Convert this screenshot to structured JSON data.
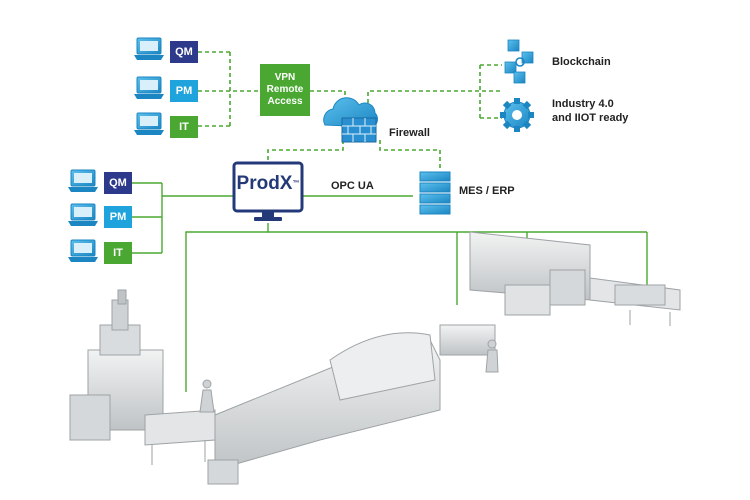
{
  "remote_group": {
    "qm_label": "QM",
    "pm_label": "PM",
    "it_label": "IT"
  },
  "local_group": {
    "qm_label": "QM",
    "pm_label": "PM",
    "it_label": "IT"
  },
  "vpn": {
    "line1": "VPN",
    "line2": "Remote",
    "line3": "Access"
  },
  "firewall_label": "Firewall",
  "prodx_label": "ProdX",
  "prodx_tm": "™",
  "opcua_label": "OPC UA",
  "mes_label": "MES / ERP",
  "blockchain_label": "Blockchain",
  "industry_label_line1": "Industry 4.0",
  "industry_label_line2": "and IIOT ready",
  "colors": {
    "qm": "#2d3a8c",
    "pm": "#1ea3dc",
    "it": "#4aa832",
    "link_green": "#4aa832",
    "icon_blue": "#1e90c8",
    "prodx_navy": "#243a78"
  }
}
